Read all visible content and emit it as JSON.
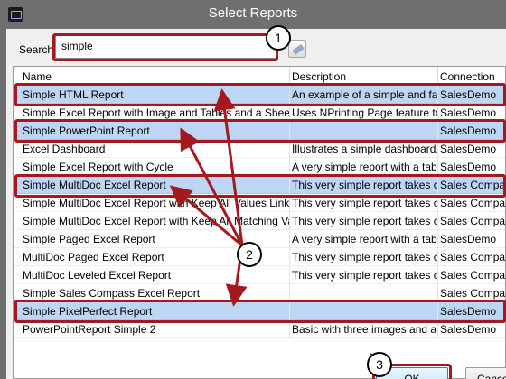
{
  "window": {
    "title": "Select Reports"
  },
  "search": {
    "label": "Search",
    "value": "simple"
  },
  "columns": {
    "name": "Name",
    "description": "Description",
    "connection": "Connection"
  },
  "rows": [
    {
      "name": "Simple HTML Report",
      "description": "An example of a simple and fa",
      "connection": "SalesDemo",
      "selected": true
    },
    {
      "name": "Simple Excel Report with Image and Tables and a Sheet fo",
      "description": "Uses NPrinting Page feature to",
      "connection": "SalesDemo",
      "selected": false
    },
    {
      "name": "Simple PowerPoint Report",
      "description": "",
      "connection": "SalesDemo",
      "selected": true
    },
    {
      "name": "Excel Dashboard",
      "description": "Illustrates a simple dashboard.",
      "connection": "SalesDemo",
      "selected": false
    },
    {
      "name": "Simple Excel Report with Cycle",
      "description": "A very simple report with a tab",
      "connection": "SalesDemo",
      "selected": false
    },
    {
      "name": "Simple MultiDoc Excel Report",
      "description": "This very simple report takes c",
      "connection": "Sales Compass",
      "selected": true
    },
    {
      "name": "Simple MultiDoc Excel Report with Keep All Values Linked",
      "description": "This very simple report takes c",
      "connection": "Sales Compass",
      "selected": false
    },
    {
      "name": "Simple MultiDoc Excel Report with Keep All Matching Va",
      "description": "This very simple report takes c",
      "connection": "Sales Compass",
      "selected": false
    },
    {
      "name": "Simple Paged Excel Report",
      "description": "A very simple report with a tab",
      "connection": "SalesDemo",
      "selected": false
    },
    {
      "name": "MultiDoc Paged Excel Report",
      "description": "This very simple report takes c",
      "connection": "Sales Compass",
      "selected": false
    },
    {
      "name": "MultiDoc Leveled Excel Report",
      "description": "This very simple report takes c",
      "connection": "Sales Compass",
      "selected": false
    },
    {
      "name": "Simple Sales Compass Excel Report",
      "description": "",
      "connection": "Sales Compass",
      "selected": false
    },
    {
      "name": "Simple PixelPerfect Report",
      "description": "",
      "connection": "SalesDemo",
      "selected": true
    },
    {
      "name": "PowerPointReport Simple 2",
      "description": "Basic with three images and an",
      "connection": "SalesDemo",
      "selected": false
    }
  ],
  "buttons": {
    "ok": "OK",
    "cancel": "Cancel"
  },
  "callouts": {
    "one": "1",
    "two": "2",
    "three": "3"
  },
  "colors": {
    "highlight": "#a3191f",
    "selection": "#bcd6f3",
    "titlebar": "#6f6f6f"
  }
}
